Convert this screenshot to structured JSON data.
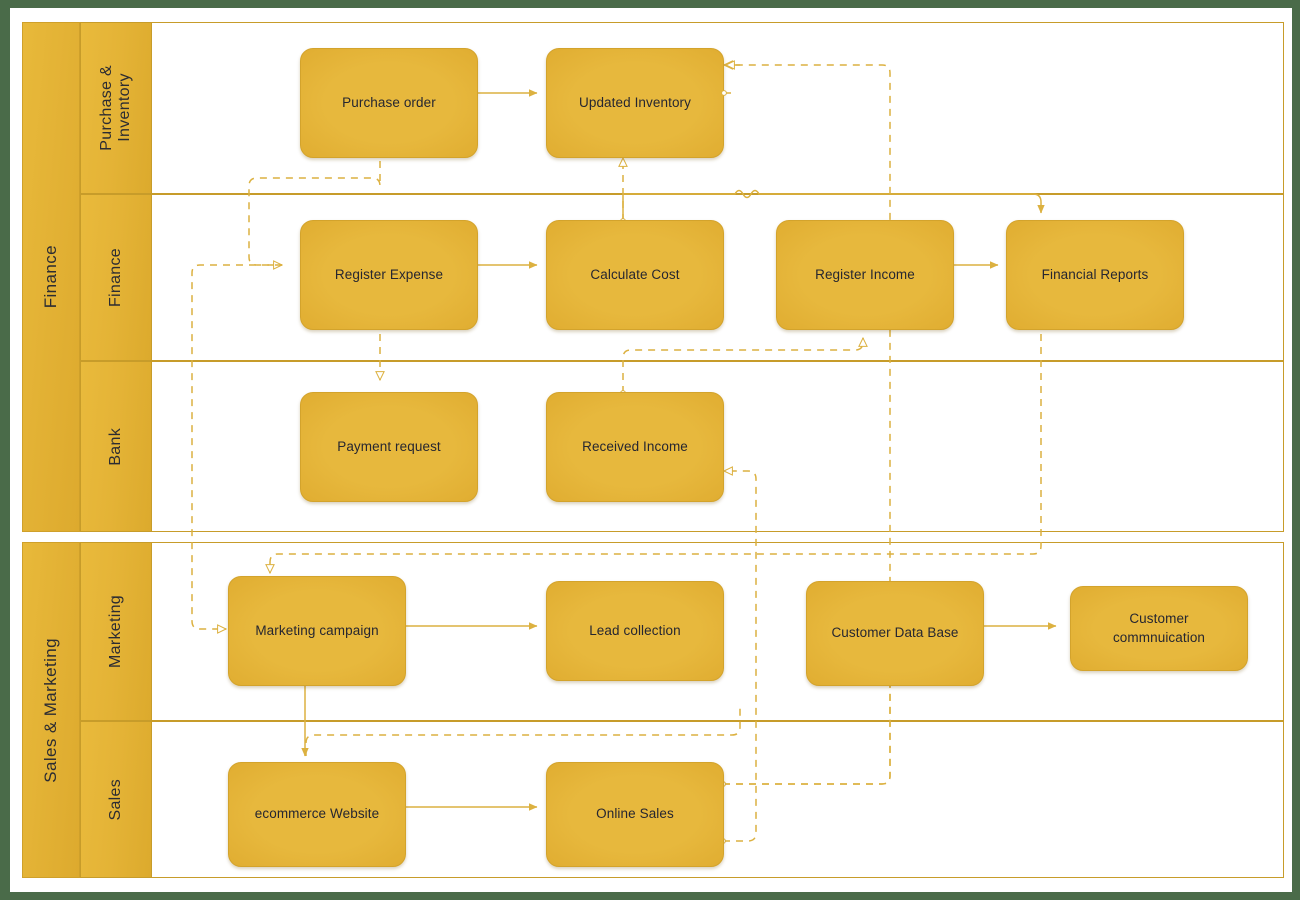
{
  "diagram": {
    "title": "Business process swimlane diagram",
    "accent": "#e4b336",
    "node_fill": "#e7b83d",
    "line_color": "#dcb140",
    "page_border": "#4a6b49",
    "text_color": "#262630"
  },
  "groups": [
    {
      "id": "finance-group",
      "label": "Finance",
      "lanes": [
        {
          "id": "lane-purchase-inventory",
          "label": "Purchase &\nInventory"
        },
        {
          "id": "lane-finance",
          "label": "Finance"
        },
        {
          "id": "lane-bank",
          "label": "Bank"
        }
      ]
    },
    {
      "id": "sales-marketing-group",
      "label": "Sales & Marketing",
      "lanes": [
        {
          "id": "lane-marketing",
          "label": "Marketing"
        },
        {
          "id": "lane-sales",
          "label": "Sales"
        }
      ]
    }
  ],
  "nodes": [
    {
      "id": "purchase-order",
      "label": "Purchase order",
      "lane": "lane-purchase-inventory"
    },
    {
      "id": "updated-inventory",
      "label": "Updated Inventory",
      "lane": "lane-purchase-inventory"
    },
    {
      "id": "register-expense",
      "label": "Register Expense",
      "lane": "lane-finance"
    },
    {
      "id": "calculate-cost",
      "label": "Calculate Cost",
      "lane": "lane-finance"
    },
    {
      "id": "register-income",
      "label": "Register Income",
      "lane": "lane-finance"
    },
    {
      "id": "financial-reports",
      "label": "Financial Reports",
      "lane": "lane-finance"
    },
    {
      "id": "payment-request",
      "label": "Payment request",
      "lane": "lane-bank"
    },
    {
      "id": "received-income",
      "label": "Received Income",
      "lane": "lane-bank"
    },
    {
      "id": "marketing-campaign",
      "label": "Marketing campaign",
      "lane": "lane-marketing"
    },
    {
      "id": "lead-collection",
      "label": "Lead collection",
      "lane": "lane-marketing"
    },
    {
      "id": "customer-data-base",
      "label": "Customer Data Base",
      "lane": "lane-marketing"
    },
    {
      "id": "customer-communication",
      "label": "Customer\ncommnuication",
      "lane": "lane-marketing"
    },
    {
      "id": "ecommerce-website",
      "label": "ecommerce Website",
      "lane": "lane-sales"
    },
    {
      "id": "online-sales",
      "label": "Online Sales",
      "lane": "lane-sales"
    }
  ],
  "connectors": [
    {
      "from": "purchase-order",
      "to": "updated-inventory",
      "style": "solid"
    },
    {
      "from": "register-expense",
      "to": "calculate-cost",
      "style": "solid"
    },
    {
      "from": "register-income",
      "to": "financial-reports",
      "style": "solid"
    },
    {
      "from": "marketing-campaign",
      "to": "lead-collection",
      "style": "solid"
    },
    {
      "from": "customer-data-base",
      "to": "customer-communication",
      "style": "solid"
    },
    {
      "from": "ecommerce-website",
      "to": "online-sales",
      "style": "solid"
    },
    {
      "from": "calculate-cost",
      "to": "financial-reports",
      "style": "solid"
    },
    {
      "from": "purchase-order",
      "to": "register-expense",
      "style": "dashed"
    },
    {
      "from": "register-expense",
      "to": "payment-request",
      "style": "dashed"
    },
    {
      "from": "calculate-cost",
      "to": "updated-inventory",
      "style": "dashed"
    },
    {
      "from": "received-income",
      "to": "register-income",
      "style": "dashed"
    },
    {
      "from": "online-sales",
      "to": "received-income",
      "style": "dashed"
    },
    {
      "from": "online-sales",
      "to": "updated-inventory",
      "style": "dashed"
    },
    {
      "from": "online-sales",
      "to": "customer-data-base",
      "style": "dashed"
    },
    {
      "from": "financial-reports",
      "to": "marketing-campaign",
      "style": "dashed"
    },
    {
      "from": "marketing-campaign",
      "to": "ecommerce-website",
      "style": "solid"
    }
  ]
}
